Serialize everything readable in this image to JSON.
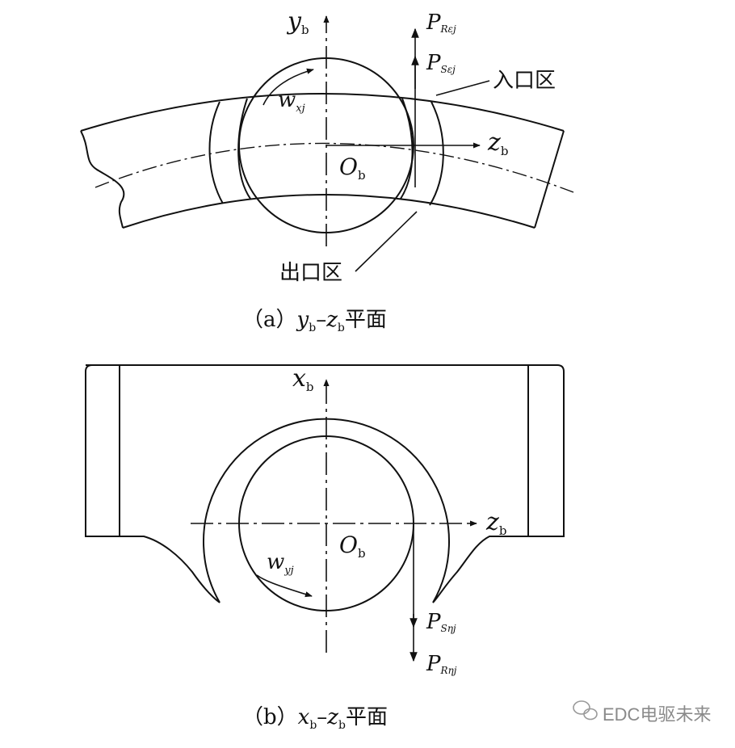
{
  "diagram_a": {
    "axis_y": {
      "main": "y",
      "sub": "b"
    },
    "axis_z": {
      "main": "z",
      "sub": "b"
    },
    "origin": {
      "main": "O",
      "sub": "b"
    },
    "omega": {
      "main": "w",
      "sub": "xj"
    },
    "force_r": {
      "main": "P",
      "sub": "Rεj"
    },
    "force_s": {
      "main": "P",
      "sub": "Sεj"
    },
    "entry_zone": "入口区",
    "exit_zone": "出口区",
    "caption": {
      "prefix": "（a）",
      "v1": "y",
      "s1": "b",
      "dash": "–",
      "v2": "z",
      "s2": "b",
      "plane": "平面"
    }
  },
  "diagram_b": {
    "axis_x": {
      "main": "x",
      "sub": "b"
    },
    "axis_z": {
      "main": "z",
      "sub": "b"
    },
    "origin": {
      "main": "O",
      "sub": "b"
    },
    "omega": {
      "main": "w",
      "sub": "yj"
    },
    "force_s": {
      "main": "P",
      "sub": "Sηj"
    },
    "force_r": {
      "main": "P",
      "sub": "Rηj"
    },
    "caption": {
      "prefix": "（b）",
      "v1": "x",
      "s1": "b",
      "dash": "–",
      "v2": "z",
      "s2": "b",
      "plane": "平面"
    }
  },
  "watermark": {
    "text": "EDC电驱未来",
    "icon": "wechat-icon"
  }
}
